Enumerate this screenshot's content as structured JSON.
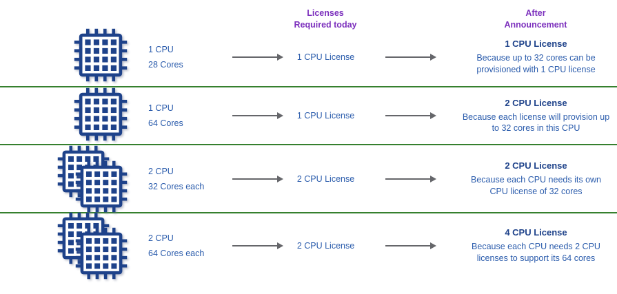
{
  "colors": {
    "navy": "#1e428a",
    "blue": "#2b5cac",
    "purple": "#7c30bd",
    "green": "#36802e",
    "arrow": "#65666a"
  },
  "headers": {
    "licenses_line1": "Licenses",
    "licenses_line2": "Required today",
    "after_line1": "After",
    "after_line2": "Announcement"
  },
  "rows": [
    {
      "icon": "cpu-chip-single",
      "cpu": "1 CPU",
      "cores": "28 Cores",
      "license_today": "1 CPU License",
      "after_title": "1 CPU License",
      "after_desc": "Because up to 32 cores can be provisioned with 1 CPU license"
    },
    {
      "icon": "cpu-chip-single",
      "cpu": "1 CPU",
      "cores": "64 Cores",
      "license_today": "1 CPU License",
      "after_title": "2 CPU License",
      "after_desc": "Because each license will provision up to 32 cores in this CPU"
    },
    {
      "icon": "cpu-chip-double",
      "cpu": "2 CPU",
      "cores": "32 Cores each",
      "license_today": "2 CPU License",
      "after_title": "2 CPU License",
      "after_desc": "Because each CPU needs its own CPU license of 32 cores"
    },
    {
      "icon": "cpu-chip-double",
      "cpu": "2 CPU",
      "cores": "64 Cores each",
      "license_today": "2 CPU License",
      "after_title": "4 CPU License",
      "after_desc": "Because each CPU needs 2 CPU licenses to support its 64 cores"
    }
  ]
}
